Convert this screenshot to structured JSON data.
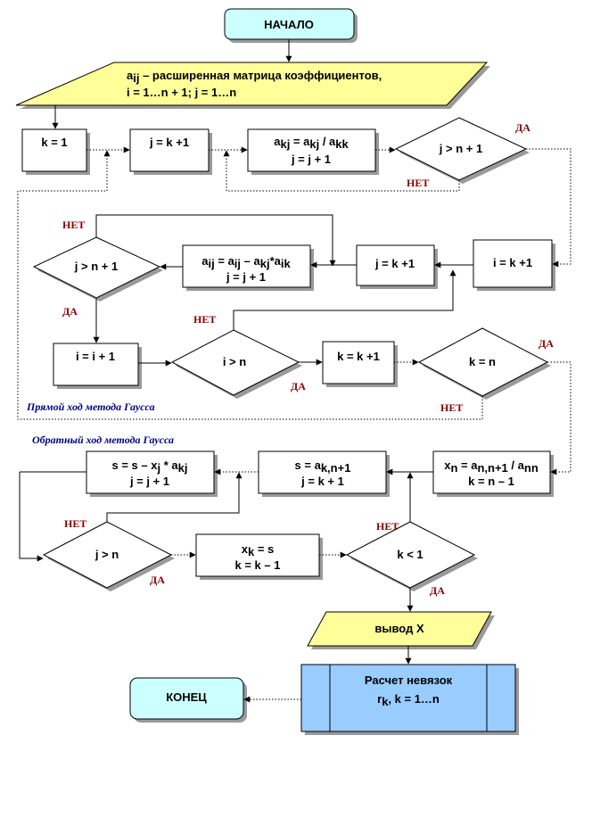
{
  "nodes": {
    "start": "НАЧАЛО",
    "input": {
      "line1_pre": "a",
      "line1_sub": "ij",
      "line1_post": " – расширенная  матрица коэффициентов,",
      "line2": "i = 1…n + 1; j = 1…n"
    },
    "k_init": "k = 1",
    "j_init_1": "j = k +1",
    "normalize": {
      "a_pre": "a",
      "a_sub": "kj",
      "mid": " = a",
      "b_sub": "kj",
      "mid2": " / a",
      "c_sub": "kk",
      "line2": "j = j + 1"
    },
    "cond_j_n1_top": "j > n + 1",
    "i_init": "i = k +1",
    "j_init_2": "j = k +1",
    "eliminate": {
      "a_pre": "a",
      "a_sub": "ij",
      "mid": " = a",
      "b_sub": "ij",
      "mid2": " – a",
      "c_sub": "kj",
      "mid3": "*a",
      "d_sub": "ik",
      "line2": "j = j + 1"
    },
    "cond_j_n1_mid": "j > n + 1",
    "i_inc": "i = i + 1",
    "cond_i_n": "i > n",
    "k_inc": "k = k +1",
    "cond_k_n": "k = n",
    "xn": {
      "pre": "x",
      "sub1": "n",
      "mid": " = a",
      "sub2": "n,n+1",
      "mid2": " / a",
      "sub3": "nn",
      "line2": "k = n – 1"
    },
    "s_init": {
      "pre": "s = a",
      "sub": "k,n+1",
      "line2": "j = k + 1"
    },
    "s_update": {
      "pre": "s = s – x",
      "sub1": "j",
      "mid": " * a",
      "sub2": "kj",
      "line2": "j = j + 1"
    },
    "cond_j_n": "j > n",
    "xk": {
      "pre": "x",
      "sub": "k",
      "post": " = s",
      "line2": "k = k – 1"
    },
    "cond_k_1": "k < 1",
    "output": "вывод X",
    "residuals": {
      "line1": "Расчет невязок",
      "pre": "r",
      "sub": "k",
      "post": ",  k = 1…n"
    },
    "end": "КОНЕЦ"
  },
  "edge_labels": {
    "da_1": "ДА",
    "net_1": "НЕТ",
    "net_2": "НЕТ",
    "da_2": "ДА",
    "net_3": "НЕТ",
    "da_3": "ДА",
    "da_4": "ДА",
    "net_4": "НЕТ",
    "net_5": "НЕТ",
    "da_5": "ДА",
    "net_6": "НЕТ",
    "da_6": "ДА"
  },
  "section_labels": {
    "forward": "Прямой ход метода Гаусса",
    "backward": "Обратный ход метода Гаусса"
  },
  "colors": {
    "terminal_fill": "#ccffff",
    "io_fill": "#ffff99",
    "process_fill": "#99ccff",
    "edge_label": "#8b0000",
    "section_label": "#00008b"
  }
}
